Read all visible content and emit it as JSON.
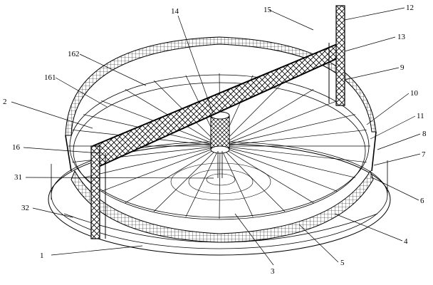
{
  "callouts": [
    {
      "id": "c1",
      "text": "1"
    },
    {
      "id": "c2",
      "text": "2"
    },
    {
      "id": "c3",
      "text": "3"
    },
    {
      "id": "c4",
      "text": "4"
    },
    {
      "id": "c5",
      "text": "5"
    },
    {
      "id": "c6",
      "text": "6"
    },
    {
      "id": "c7",
      "text": "7"
    },
    {
      "id": "c8",
      "text": "8"
    },
    {
      "id": "c9",
      "text": "9"
    },
    {
      "id": "c10",
      "text": "10"
    },
    {
      "id": "c11",
      "text": "11"
    },
    {
      "id": "c12",
      "text": "12"
    },
    {
      "id": "c13",
      "text": "13"
    },
    {
      "id": "c14",
      "text": "14"
    },
    {
      "id": "c15",
      "text": "15"
    },
    {
      "id": "c16",
      "text": "16"
    },
    {
      "id": "c31",
      "text": "31"
    },
    {
      "id": "c32",
      "text": "32"
    },
    {
      "id": "c161",
      "text": "161"
    },
    {
      "id": "c162",
      "text": "162"
    }
  ],
  "colors": {
    "stroke": "#000000",
    "background": "#ffffff"
  }
}
